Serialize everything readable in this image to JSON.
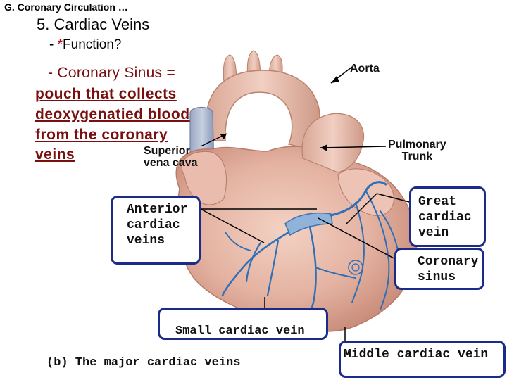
{
  "slide": {
    "header": "G. Coronary Circulation …",
    "subtitle": "5.  Cardiac Veins",
    "function_prefix": "- ",
    "function_star": "*",
    "function_text": "Function?",
    "sinus_line": "- Coronary Sinus =",
    "definition_lines": [
      "pouch that collects",
      "deoxygenatied blood",
      "from the coronary",
      "veins"
    ]
  },
  "labels": {
    "aorta": "Aorta",
    "pulmonary_line1": "Pulmonary",
    "pulmonary_line2": "Trunk",
    "svc_line1": "Superior",
    "svc_line2": "vena cava",
    "anterior_line1": "Anterior",
    "anterior_line2": "cardiac",
    "anterior_line3": "veins",
    "great_line1": "Great",
    "great_line2": "cardiac",
    "great_line3": "vein",
    "coronary_line1": "Coronary",
    "coronary_line2": "sinus",
    "small": "Small cardiac vein",
    "middle": "Middle cardiac vein",
    "caption": "(b) The major cardiac veins"
  },
  "colors": {
    "definition_text": "#7a0f0f",
    "callout_border": "#1a2b8a",
    "heart_tissue": "#e8b7a6",
    "vein_blue": "#2f6fb5"
  }
}
